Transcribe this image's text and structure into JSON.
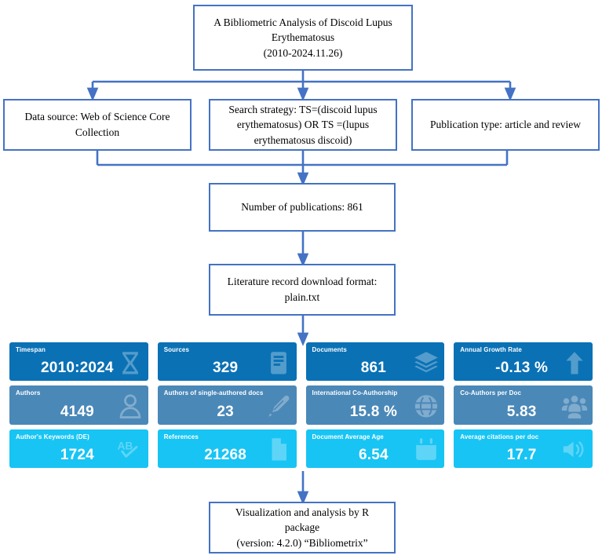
{
  "diagram": {
    "title_box": {
      "line1": "A  Bibliometric Analysis of Discoid Lupus",
      "line2": "Erythematosus",
      "line3": "(2010-2024.11.26)"
    },
    "data_source_box": {
      "line1": "Data source: Web of Science Core",
      "line2": "Collection"
    },
    "search_strategy_box": {
      "line1": "Search strategy: TS=(discoid lupus",
      "line2": "erythematosus) OR TS =(lupus",
      "line3": "erythematosus discoid)"
    },
    "publication_type_box": {
      "line1": "Publication type: article and review"
    },
    "number_of_publications_box": {
      "line1": "Number of publications: 861"
    },
    "download_format_box": {
      "line1": "Literature record download format:",
      "line2": "plain.txt"
    },
    "visualization_box": {
      "line1": "Visualization  and analysis by R package",
      "line2": "(version: 4.2.0)   “Bibliometrix”"
    },
    "colors": {
      "connector": "#4472C4",
      "box_border": "#4472C4",
      "card_row_1": "#0A71B5",
      "card_row_2": "#4A88B8",
      "card_row_3": "#18C4F4",
      "background": "#FFFFFF"
    }
  },
  "stat_cards": [
    {
      "label": "Timespan",
      "value": "2010:2024",
      "icon": "hourglass-icon",
      "row": "row-a"
    },
    {
      "label": "Sources",
      "value": "329",
      "icon": "book-icon",
      "row": "row-a"
    },
    {
      "label": "Documents",
      "value": "861",
      "icon": "layers-icon",
      "row": "row-a"
    },
    {
      "label": "Annual Growth Rate",
      "value": "-0.13 %",
      "icon": "arrow-up-icon",
      "row": "row-a"
    },
    {
      "label": "Authors",
      "value": "4149",
      "icon": "person-icon",
      "row": "row-b"
    },
    {
      "label": "Authors of single-authored docs",
      "value": "23",
      "icon": "pen-icon",
      "row": "row-b"
    },
    {
      "label": "International Co-Authorship",
      "value": "15.8 %",
      "icon": "globe-icon",
      "row": "row-b"
    },
    {
      "label": "Co-Authors per Doc",
      "value": "5.83",
      "icon": "people-group-icon",
      "row": "row-b"
    },
    {
      "label": "Author's Keywords (DE)",
      "value": "1724",
      "icon": "ab-check-icon",
      "row": "row-c"
    },
    {
      "label": "References",
      "value": "21268",
      "icon": "document-icon",
      "row": "row-c"
    },
    {
      "label": "Document Average Age",
      "value": "6.54",
      "icon": "calendar-icon",
      "row": "row-c"
    },
    {
      "label": "Average citations per doc",
      "value": "17.7",
      "icon": "megaphone-icon",
      "row": "row-c"
    }
  ]
}
